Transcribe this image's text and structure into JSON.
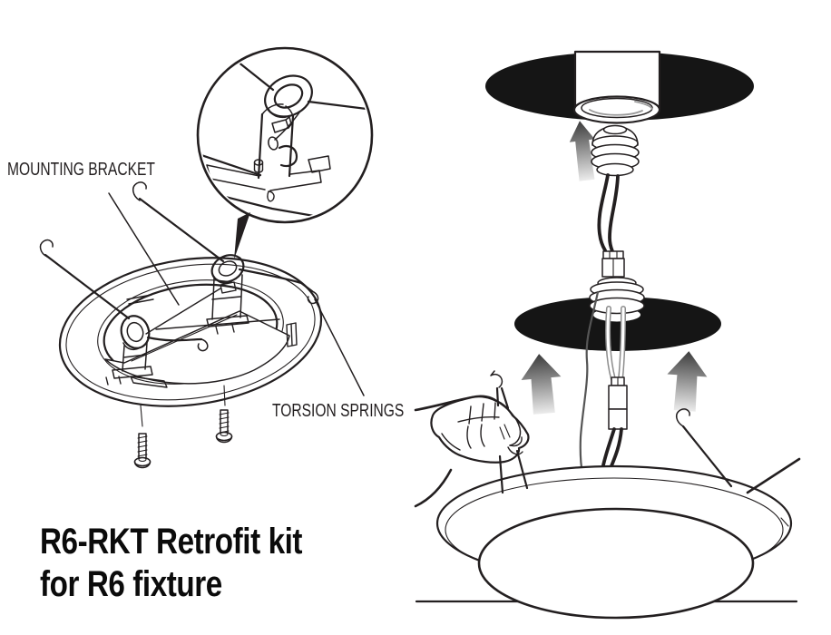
{
  "title": {
    "line1": "R6-RKT Retrofit kit",
    "line2": "for R6 fixture"
  },
  "callouts": {
    "mounting_bracket": "MOUNTING BRACKET",
    "torsion_springs": "TORSION SPRINGS"
  },
  "colors": {
    "ink": "#231f20",
    "ceiling_fill": "#151515",
    "arrow_dark": "#3c3c3c",
    "arrow_light": "#ececec",
    "wire_gray": "#8d8d8d",
    "cable_gray": "#555555",
    "background": "#ffffff"
  },
  "icons": {
    "up_arrow": {
      "name": "up-arrow-icon",
      "count": 3,
      "direction": "up"
    }
  }
}
